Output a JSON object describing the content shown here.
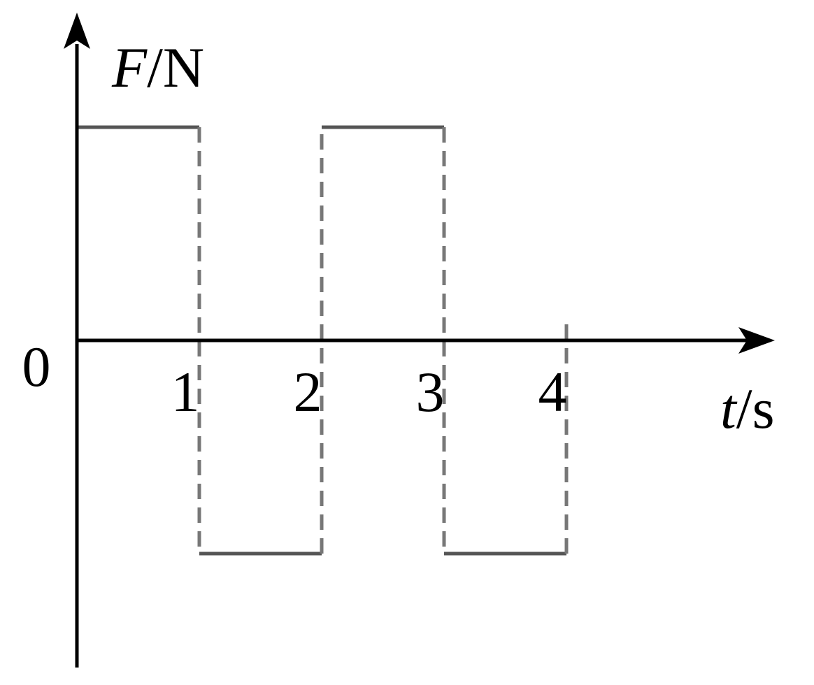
{
  "chart_data": {
    "type": "line",
    "y_axis_label": {
      "symbol": "F",
      "unit": "/N"
    },
    "x_axis_label": {
      "symbol": "t",
      "unit": "/s"
    },
    "origin_label": "0",
    "x_ticks": [
      "1",
      "2",
      "3",
      "4"
    ],
    "x_tick_values": [
      1,
      2,
      3,
      4
    ],
    "xlim": [
      0,
      5.5
    ],
    "y_levels": {
      "high": 1,
      "low": -1
    },
    "series": [
      {
        "segments": [
          {
            "x": [
              0,
              1
            ],
            "y": [
              1,
              1
            ]
          },
          {
            "x": [
              1,
              2
            ],
            "y": [
              -1,
              -1
            ]
          },
          {
            "x": [
              2,
              3
            ],
            "y": [
              1,
              1
            ]
          },
          {
            "x": [
              3,
              4
            ],
            "y": [
              -1,
              -1
            ]
          }
        ]
      }
    ],
    "dashed_verticals": [
      {
        "x": 1,
        "from": 1,
        "to": -1
      },
      {
        "x": 2,
        "from": -1,
        "to": 1
      },
      {
        "x": 3,
        "from": 1,
        "to": -1
      },
      {
        "x": 4,
        "from": -1,
        "to": 0
      }
    ],
    "colors": {
      "axis": "#000000",
      "solid_line": "#555555",
      "dashed_line": "#777777"
    }
  }
}
